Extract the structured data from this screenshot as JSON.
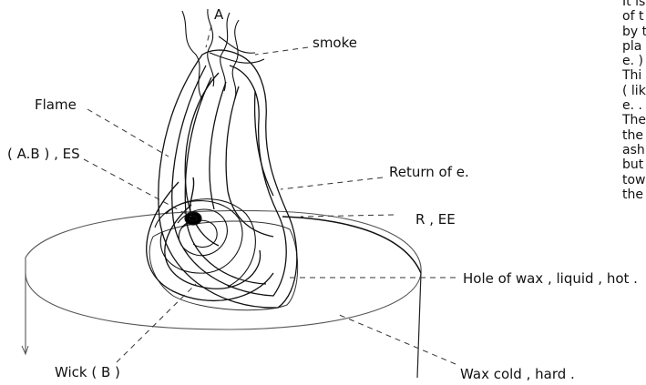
{
  "labels": {
    "a": "A",
    "smoke": "smoke",
    "flame": "Flame",
    "ab_es": "( A.B ) , ES",
    "return_e": "Return of e.",
    "r_ee": "R , EE",
    "hole_wax": "Hole of wax , liquid , hot .",
    "wick": "Wick ( B )",
    "wax_cold": "Wax cold , hard ."
  },
  "side_note": {
    "lines": [
      "It is",
      "of t",
      "by t",
      "pla",
      "e. )",
      "Thi",
      "( lik",
      "e. .",
      "The",
      "the",
      "ash",
      "but",
      "tow",
      "the"
    ]
  },
  "colors": {
    "ink": "#111111",
    "pencil": "#555555"
  }
}
